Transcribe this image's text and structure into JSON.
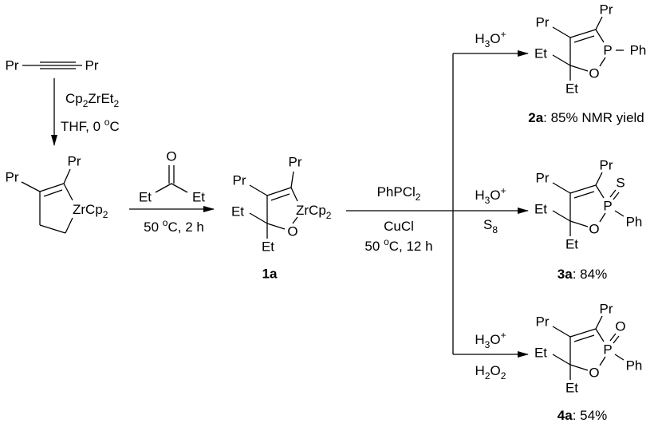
{
  "start": {
    "left": "Pr",
    "right": "Pr"
  },
  "step1": {
    "reagent": [
      "Cp",
      "2",
      "ZrEt",
      "2"
    ],
    "cond": [
      "THF, 0 ",
      "o",
      "C"
    ]
  },
  "zirconacycle": {
    "pr_left": "Pr",
    "pr_top": "Pr",
    "metal": [
      "ZrCp",
      "2"
    ]
  },
  "ketone": {
    "o": "O",
    "et_left": "Et",
    "et_right": "Et"
  },
  "step2": {
    "cond": [
      "50 ",
      "o",
      "C, 2 h"
    ]
  },
  "int1a": {
    "pr_left": "Pr",
    "pr_top": "Pr",
    "et_left": "Et",
    "et_bottom": "Et",
    "o": "O",
    "metal": [
      "ZrCp",
      "2"
    ],
    "label": "1a"
  },
  "step3": {
    "reagent": [
      "PhPCl",
      "2"
    ],
    "additive": "CuCl",
    "cond": [
      "50 ",
      "o",
      "C, 12 h"
    ]
  },
  "branches": [
    {
      "reagent": [
        "H",
        "3",
        "O",
        "+"
      ],
      "extra": []
    },
    {
      "reagent": [
        "H",
        "3",
        "O",
        "+"
      ],
      "extra": [
        "S",
        "8"
      ]
    },
    {
      "reagent": [
        "H",
        "3",
        "O",
        "+"
      ],
      "extra": [
        "H",
        "2",
        "O",
        "2"
      ]
    }
  ],
  "products": [
    {
      "pr_left": "Pr",
      "pr_top": "Pr",
      "et_left": "Et",
      "et_bottom": "Et",
      "o": "O",
      "p": "P",
      "ph": "Ph",
      "x": "",
      "label": "2a",
      "yield": ": 85% NMR yield"
    },
    {
      "pr_left": "Pr",
      "pr_top": "Pr",
      "et_left": "Et",
      "et_bottom": "Et",
      "o": "O",
      "p": "P",
      "ph": "Ph",
      "x": "S",
      "label": "3a",
      "yield": ": 84%"
    },
    {
      "pr_left": "Pr",
      "pr_top": "Pr",
      "et_left": "Et",
      "et_bottom": "Et",
      "o": "O",
      "p": "P",
      "ph": "Ph",
      "x": "O",
      "label": "4a",
      "yield": ": 54%"
    }
  ]
}
